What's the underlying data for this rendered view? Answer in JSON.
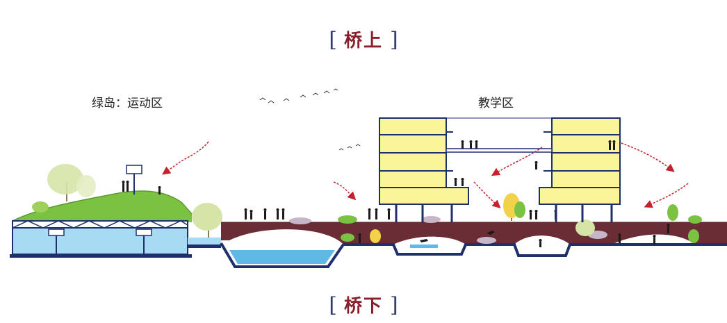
{
  "titles": {
    "top": {
      "bracket_open": "[",
      "text": "桥上",
      "bracket_close": "]"
    },
    "bottom": {
      "bracket_open": "[",
      "text": "桥下",
      "bracket_close": "]"
    }
  },
  "zones": {
    "green_island": "绿岛：运动区",
    "teaching": "教学区"
  },
  "colors": {
    "title_red": "#8a1e2a",
    "bracket_blue": "#2f3d73",
    "bridge_deck": "#6b2d35",
    "building_yellow": "#fbf59a",
    "structure_navy": "#1f2f6b",
    "water_blue": "#5fb9e4",
    "gym_blue": "#a6dbf3",
    "roof_green": "#7cc242",
    "arrow_red": "#c4212f"
  }
}
